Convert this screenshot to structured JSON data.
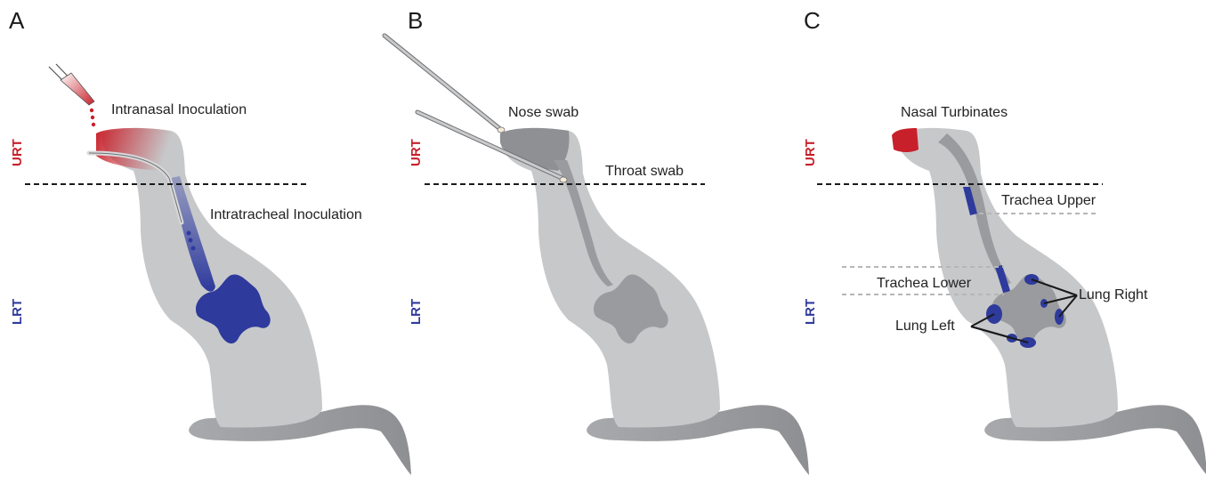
{
  "panels": {
    "a": {
      "letter": "A",
      "urt_label": "URT",
      "lrt_label": "LRT",
      "intranasal_label": "Intranasal Inoculation",
      "intratracheal_label": "Intratracheal Inoculation"
    },
    "b": {
      "letter": "B",
      "urt_label": "URT",
      "lrt_label": "LRT",
      "nose_swab_label": "Nose swab",
      "throat_swab_label": "Throat swab"
    },
    "c": {
      "letter": "C",
      "urt_label": "URT",
      "lrt_label": "LRT",
      "nasal_turbinates_label": "Nasal Turbinates",
      "trachea_upper_label": "Trachea Upper",
      "trachea_lower_label": "Trachea Lower",
      "lung_right_label": "Lung Right",
      "lung_left_label": "Lung Left"
    }
  },
  "colors": {
    "body": "#c7c8ca",
    "airway": "#9a9b9e",
    "tail": "#8e8f92",
    "urt": "#c8202a",
    "lrt": "#2e3a9c",
    "swab": "#a7a8ab",
    "divider": "#1a1a1a",
    "leader": "#b5b6b8"
  },
  "icons": {
    "pipette": "pipette-icon",
    "catheter": "catheter-icon",
    "swab": "swab-icon"
  }
}
